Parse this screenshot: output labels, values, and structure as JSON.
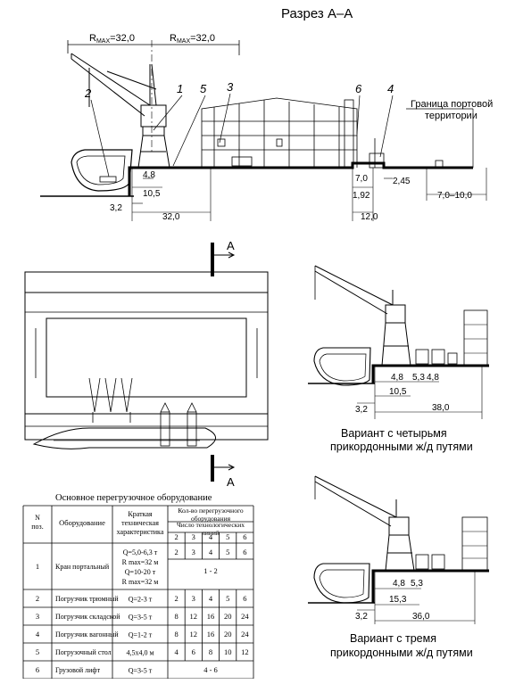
{
  "section_title": "Разрез А–А",
  "top_section": {
    "radius_left": "R",
    "radius_right": "R",
    "radius_sub": "MAX",
    "radius_value": "=32,0",
    "callouts": [
      "2",
      "1",
      "5",
      "3",
      "6",
      "4"
    ],
    "boundary_label_line1": "Граница портовой",
    "boundary_label_line2": "территории",
    "dims": {
      "d48": "4,8",
      "d105": "10,5",
      "d32": "3,2",
      "d320": "32,0",
      "d70": "7,0",
      "d192": "1,92",
      "d245": "2,45",
      "d120": "12,0",
      "d7010": "7,0–10,0"
    }
  },
  "plan": {
    "section_mark": "А"
  },
  "variant4": {
    "dims": {
      "d48": "4,8",
      "d53a": "5,3",
      "d48b": "4,8",
      "d105": "10,5",
      "d32": "3,2",
      "d380": "38,0"
    },
    "caption_line1": "Вариант с четырьмя",
    "caption_line2": "прикордонными ж/д путями"
  },
  "variant3": {
    "dims": {
      "d48": "4,8",
      "d53": "5,3",
      "d153": "15,3",
      "d32": "3,2",
      "d360": "36,0"
    },
    "caption_line1": "Вариант с тремя",
    "caption_line2": "прикордонными ж/д путями"
  },
  "table": {
    "title": "Основное перегрузочное оборудование",
    "head_n": [
      "N",
      "поз."
    ],
    "head_equipment": "Оборудование",
    "head_brief": [
      "Краткая",
      "техническая",
      "характеристика"
    ],
    "head_count": [
      "Кол-во перегрузочного",
      "оборудования"
    ],
    "head_lines": [
      "Число технологических",
      "линий"
    ],
    "line_numbers": [
      "2",
      "3",
      "4",
      "5",
      "6"
    ],
    "rows": [
      {
        "n": "1",
        "name": "Кран портальный",
        "spec": [
          "Q=5,0-6,3 т",
          "R max=32 м",
          "Q=10-20 т",
          "R max=32 м"
        ],
        "counts": [
          "2",
          "3",
          "4",
          "5",
          "6"
        ],
        "range": "1 - 2"
      },
      {
        "n": "2",
        "name": "Погрузчик трюмный",
        "spec": [
          "Q=2-3 т"
        ],
        "counts": [
          "2",
          "3",
          "4",
          "5",
          "6"
        ],
        "range": ""
      },
      {
        "n": "3",
        "name": "Погрузчик складской",
        "spec": [
          "Q=3-5 т"
        ],
        "counts": [
          "8",
          "12",
          "16",
          "20",
          "24"
        ],
        "range": ""
      },
      {
        "n": "4",
        "name": "Погрузчик вагонный",
        "spec": [
          "Q=1-2 т"
        ],
        "counts": [
          "8",
          "12",
          "16",
          "20",
          "24"
        ],
        "range": ""
      },
      {
        "n": "5",
        "name": "Погрузочный стол",
        "spec": [
          "4,5х4,0 м"
        ],
        "counts": [
          "4",
          "6",
          "8",
          "10",
          "12"
        ],
        "range": ""
      },
      {
        "n": "6",
        "name": "Грузовой лифт",
        "spec": [
          "Q=3-5 т"
        ],
        "counts": [
          "",
          "",
          "",
          "",
          ""
        ],
        "range": "4 - 6"
      }
    ]
  }
}
